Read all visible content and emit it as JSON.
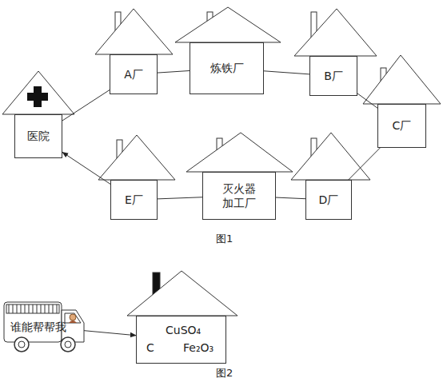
{
  "diagram": {
    "nodes": [
      {
        "text": [
          "医院"
        ]
      },
      {
        "text": [
          "A厂"
        ]
      },
      {
        "text": [
          "炼铁厂"
        ]
      },
      {
        "text": [
          "B厂"
        ]
      },
      {
        "text": [
          "C厂"
        ]
      },
      {
        "text": [
          "D厂"
        ]
      },
      {
        "text": [
          "灭火器 加工厂"
        ]
      },
      {
        "text": [
          "E厂"
        ]
      },
      {
        "text": [
          "谁能帮帮我"
        ]
      },
      {
        "text": [
          "CuSO₄",
          "C",
          "Fe₂O₃"
        ]
      }
    ],
    "edges": [
      {
        "from": 0,
        "to": 1,
        "arrow": "none"
      },
      {
        "from": 1,
        "to": 2,
        "arrow": "none"
      },
      {
        "from": 2,
        "to": 3,
        "arrow": "none"
      },
      {
        "from": 3,
        "to": 4,
        "arrow": "none"
      },
      {
        "from": 4,
        "to": 5,
        "arrow": "none"
      },
      {
        "from": 5,
        "to": 6,
        "arrow": "none"
      },
      {
        "from": 6,
        "to": 7,
        "arrow": "none"
      },
      {
        "from": 7,
        "to": 0,
        "arrow": "to"
      },
      {
        "from": 8,
        "to": 9,
        "arrow": "to"
      }
    ],
    "labels": [
      "图1",
      "图2"
    ]
  }
}
